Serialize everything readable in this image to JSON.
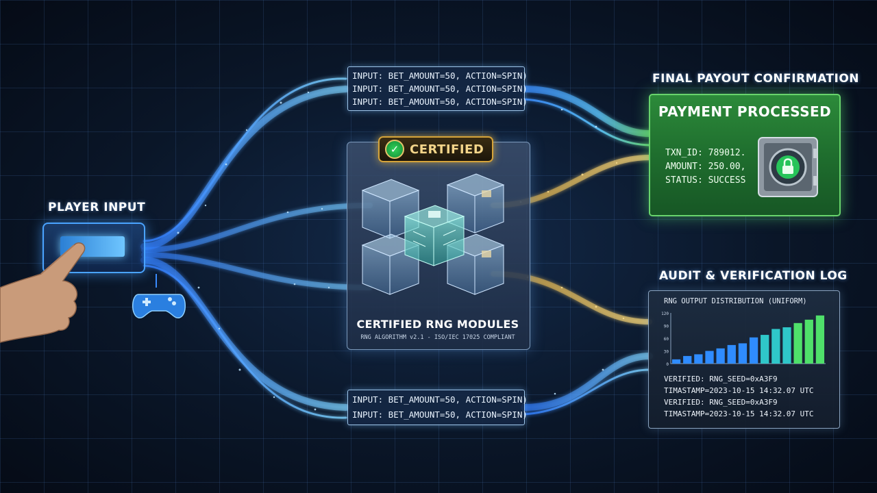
{
  "titles": {
    "player_input": "PLAYER INPUT",
    "final_payout": "FINAL PAYOUT CONFIRMATION",
    "audit_log": "AUDIT & VERIFICATION LOG"
  },
  "input_boxes": {
    "top": [
      "INPUT: BET_AMOUNT=50, ACTION=SPIN)",
      "INPUT: BET_AMOUNT=50, ACTION=SPIN)",
      "INPUT: BET_AMOUNT=50, ACTION=SPIN)"
    ],
    "bottom": [
      "INPUT: BET_AMOUNT=50, ACTION=SPIN)",
      "INPUT: BET_AMOUNT=50, ACTION=SPIN)"
    ]
  },
  "rng": {
    "badge": "CERTIFIED",
    "title": "CERTIFIED RNG MODULES",
    "subtitle": "RNG ALGORITHM v2.1 - ISO/IEC 17025 COMPLIANT"
  },
  "payment": {
    "header": "PAYMENT PROCESSED",
    "txn": "TXN_ID: 789012.",
    "amount": "AMOUNT: 250.00,",
    "status": "STATUS: SUCCESS"
  },
  "audit": {
    "chart_title": "RNG OUTPUT DISTRIBUTION (UNIFORM)",
    "lines": [
      "VERIFIED: RNG_SEED=0xA3F9",
      "TIMASTAMP=2023-10-15 14:32.07 UTC",
      "VERIFIED: RNG_SEED=0xA3F9",
      "TIMASTAMP=2023-10-15 14:32.07 UTC"
    ]
  },
  "chart_data": {
    "type": "bar",
    "title": "RNG OUTPUT DISTRIBUTION (UNIFORM)",
    "categories": [
      "",
      "",
      "",
      "",
      "",
      "",
      "",
      "",
      "",
      "",
      "",
      "",
      "",
      ""
    ],
    "values": [
      10,
      18,
      22,
      30,
      36,
      44,
      48,
      62,
      68,
      82,
      86,
      96,
      104,
      114
    ],
    "ylim": [
      0,
      120
    ],
    "yticks": [
      "0",
      "30",
      "60",
      "90",
      "120"
    ]
  },
  "colors": {
    "flow_blue": "#4aa8ff",
    "flow_green": "#5fe08a",
    "flow_gold": "#e8b64a",
    "pay_green": "#2c8a3a"
  }
}
